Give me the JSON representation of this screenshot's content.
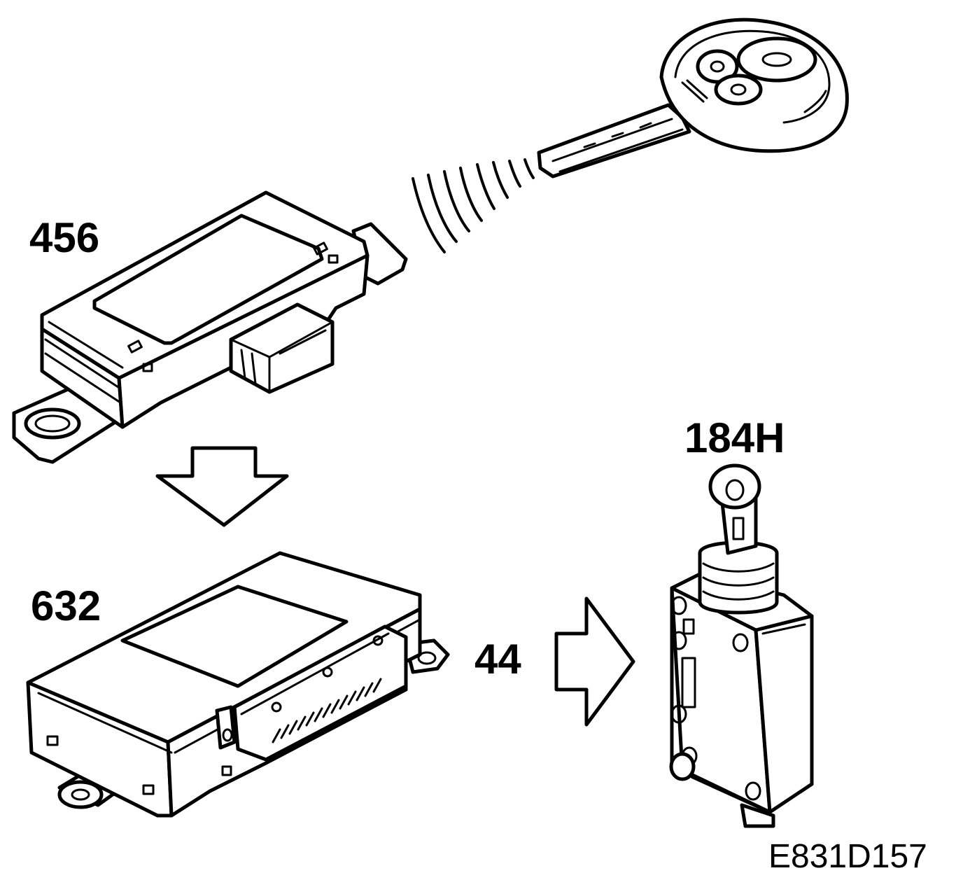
{
  "labels": {
    "rx_module": "456",
    "control_module": "632",
    "connector_wire": "44",
    "actuator": "184H"
  },
  "figure_code": "E831D157",
  "colors": {
    "ink": "#000000",
    "paper": "#ffffff"
  },
  "icons": [
    "key-fob-icon",
    "radio-waves-icon",
    "arrow-down-icon",
    "arrow-right-icon"
  ]
}
